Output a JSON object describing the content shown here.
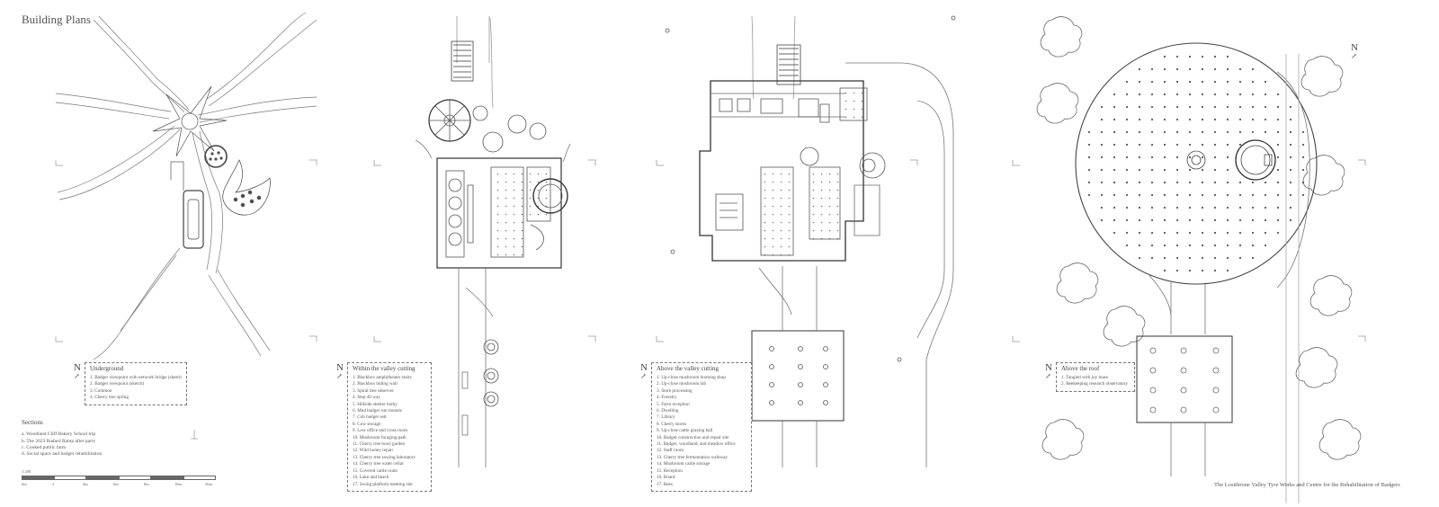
{
  "title": "Building Plans",
  "panels": [
    {
      "heading": "Underground",
      "items": [
        "1.  Badger viewpoint with network bridge (sketch)",
        "2.  Badger viewpoint (sketch)",
        "3.  Common",
        "4.  Cherry tree spring"
      ]
    },
    {
      "heading": "Within the valley cutting",
      "items": [
        "1.   Blackbox amphitheater stairs",
        "2.   Blackbox hiding wall",
        "3.   Spiral tree observer",
        "4.   Step 49 way",
        "5.   Hillside shelter bothy",
        "6.   Mud badger run tunnels",
        "7.   Cob badger sett",
        "8.   Cow storage",
        "9.   Low office and cross room",
        "10.    Mushroom foraging path",
        "11.    Cherry tree bowl garden",
        "12.    Wild honey repair",
        "13.    Cherry tree sowing laboratory",
        "14.    Cherry tree water cellar",
        "15.    Covered cattle route",
        "16.    Lake and beach",
        "17.    Swing platform meeting site"
      ]
    },
    {
      "heading": "Above the valley cutting",
      "items": [
        "1.   Up-close mushroom learning shop",
        "2.   Up-close mushroom lab",
        "3.   Store processing",
        "4.   Forestry",
        "5.   Farm reception",
        "6.   Dwelling",
        "7.   Library",
        "8.   Cherry stores",
        "9.   Up-close cattle grazing hall",
        "10.    Badger construction and repair site",
        "11.    Badger, woodland, and meadow office",
        "12.    Staff room",
        "13.    Cherry tree fermentation walkway",
        "14.    Mushroom cattle storage",
        "15.    Reception",
        "16.    Board",
        "17.    Bees"
      ]
    },
    {
      "heading": "Above the roof",
      "items": [
        "1.  Tangled with joy mass",
        "2.  Beekeeping research observatory"
      ]
    }
  ],
  "north_label": "N",
  "north_arrow": "↗",
  "sections": {
    "heading": "Sections",
    "items": [
      "a.  Woodland Cliff Bakery School trip",
      "b.  The 2023 Badard Ramp after party",
      "c.  Cooked public farm",
      "d.  Social space and badger rehabilitation"
    ]
  },
  "scale": {
    "label": "1:200",
    "ticks": [
      "0m",
      "2",
      "4m",
      "6m",
      "8m",
      "10m",
      "20m"
    ]
  },
  "caption": "The Lostthrone Valley Tyre Works and Centre for the Rehabilitation of Badgers"
}
